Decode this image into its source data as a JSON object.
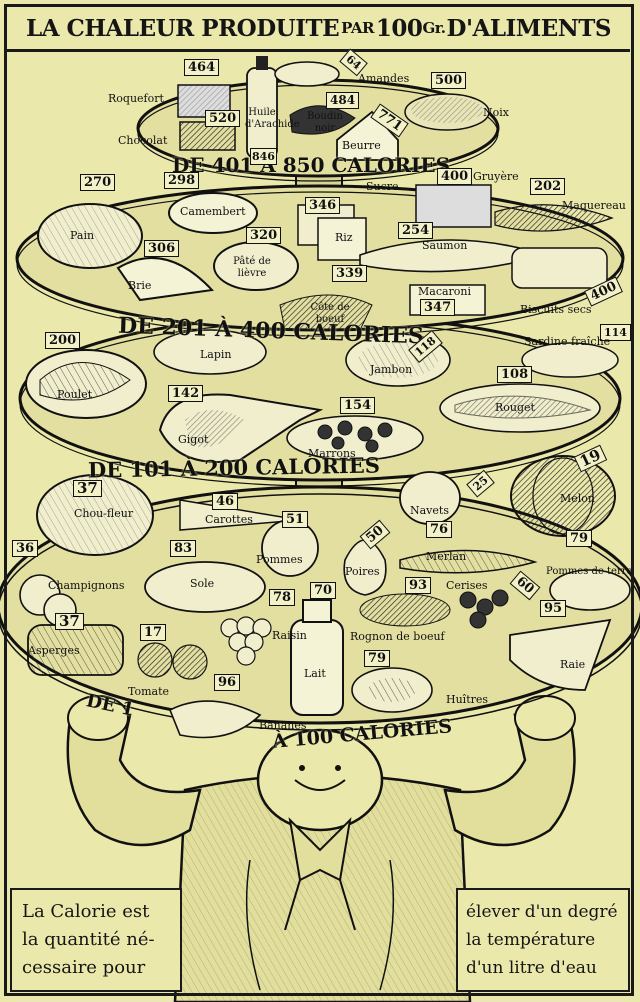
{
  "title": {
    "part1": "LA CHALEUR PRODUITE",
    "part2": "PAR",
    "part3": "100",
    "part4": "Gr.",
    "part5": "D'ALIMENTS"
  },
  "tiers": {
    "top": "DE 401 À 850 CALORIES",
    "second": "DE 201 À 400 CALORIES",
    "third": "DE 101 À 200 CALORIES",
    "bottom_de": "DE 1",
    "bottom_rest": "À 100 CALORIES"
  },
  "foods": {
    "tier1": [
      {
        "name": "Roquefort",
        "value": "464"
      },
      {
        "name": "Huile d'Arachide",
        "value": "846"
      },
      {
        "name": "Amandes",
        "value": "64"
      },
      {
        "name": "Noix",
        "value": "500"
      },
      {
        "name": "Boudin noir",
        "value": "484"
      },
      {
        "name": "Chocolat",
        "value": "520"
      },
      {
        "name": "Beurre",
        "value": "771"
      }
    ],
    "tier2": [
      {
        "name": "Pain",
        "value": "270"
      },
      {
        "name": "Camembert",
        "value": "298"
      },
      {
        "name": "Sucre",
        "value": "346"
      },
      {
        "name": "Gruyère",
        "value": "400"
      },
      {
        "name": "Maquereau",
        "value": "202"
      },
      {
        "name": "Brie",
        "value": "306"
      },
      {
        "name": "Pâté de lièvre",
        "value": "320"
      },
      {
        "name": "Riz",
        "value": "339"
      },
      {
        "name": "Saumon",
        "value": "254"
      },
      {
        "name": "Macaroni",
        "value": "347"
      },
      {
        "name": "Côte de boeuf",
        "value": ""
      },
      {
        "name": "Biscuits secs",
        "value": "400"
      }
    ],
    "tier3": [
      {
        "name": "Poulet",
        "value": "200"
      },
      {
        "name": "Lapin",
        "value": ""
      },
      {
        "name": "Jambon",
        "value": "118"
      },
      {
        "name": "Sardine fraîche",
        "value": "114"
      },
      {
        "name": "Rouget",
        "value": "108"
      },
      {
        "name": "Gigot",
        "value": "142"
      },
      {
        "name": "Marrons",
        "value": "154"
      }
    ],
    "tier4": [
      {
        "name": "Chou-fleur",
        "value": "37"
      },
      {
        "name": "Carottes",
        "value": "46"
      },
      {
        "name": "Pommes",
        "value": "51"
      },
      {
        "name": "Navets",
        "value": "25"
      },
      {
        "name": "Melon",
        "value": "19"
      },
      {
        "name": "Champignons",
        "value": "36"
      },
      {
        "name": "Sole",
        "value": "83"
      },
      {
        "name": "Poires",
        "value": "50"
      },
      {
        "name": "Merlan",
        "value": "76"
      },
      {
        "name": "Pommes de terre",
        "value": "79"
      },
      {
        "name": "Asperges",
        "value": "37"
      },
      {
        "name": "Raisin",
        "value": "78"
      },
      {
        "name": "Lait",
        "value": "70"
      },
      {
        "name": "Rognon de boeuf",
        "value": "93"
      },
      {
        "name": "Cerises",
        "value": "60"
      },
      {
        "name": "Raie",
        "value": "95"
      },
      {
        "name": "Tomate",
        "value": "17"
      },
      {
        "name": "Huîtres",
        "value": "79"
      },
      {
        "name": "Bananes",
        "value": "96"
      }
    ]
  },
  "footer": {
    "left_line1": "La Calorie est",
    "left_line2": "la quantité né-",
    "left_line3": "cessaire pour",
    "right_line1": "élever d'un degré",
    "right_line2": "la température",
    "right_line3": "d'un litre d'eau"
  },
  "colors": {
    "paper": "#ebe8ab",
    "ink": "#151515",
    "plate": "#e3dfa0",
    "shadow": "#b9b57c"
  }
}
